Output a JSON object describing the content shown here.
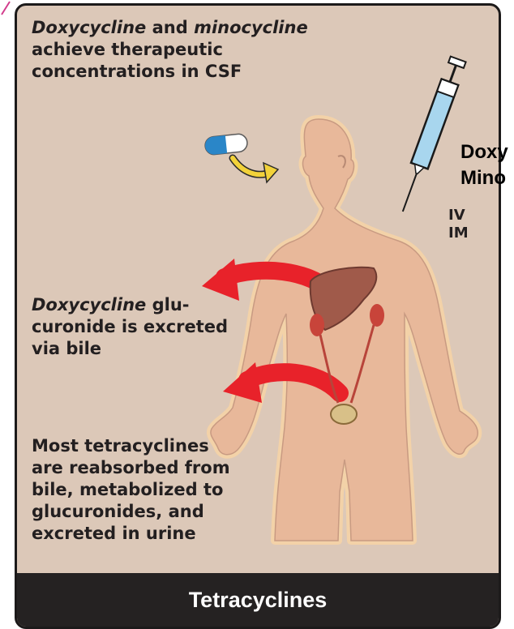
{
  "title": "Tetracyclines",
  "annotations": {
    "csf": {
      "drug1": "Doxycycline",
      "join": " and ",
      "drug2": "minocycline",
      "line2": "achieve therapeutic",
      "line3": "concentrations in CSF"
    },
    "bile": {
      "drug": "Doxycycline",
      "rest1": " glu-",
      "line2": "curonide is excreted",
      "line3": "via bile"
    },
    "urine": {
      "line1": "Most tetracyclines",
      "line2": "are reabsorbed from",
      "line3": "bile, metabolized to",
      "line4": "glucuronides, and",
      "line5": "excreted in urine"
    }
  },
  "routes": [
    "IV",
    "IM"
  ],
  "clipped_labels": [
    "Doxy",
    "Mino"
  ],
  "colors": {
    "panel": "#dcc8b8",
    "body": "#e8b89a",
    "footer": "#252222",
    "arrow_red": "#e8222a",
    "arrow_yellow": "#f2d23a",
    "capsule_blue": "#2a86c8",
    "syringe_fluid": "#a8d6ee"
  },
  "icons": [
    "capsule-icon",
    "syringe-icon",
    "liver-icon",
    "kidney-icon",
    "bladder-icon"
  ]
}
